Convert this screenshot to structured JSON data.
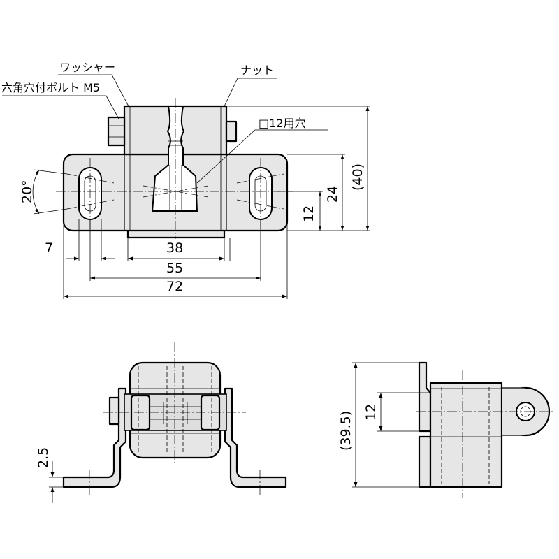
{
  "labels": {
    "washer": "ワッシャー",
    "bolt": "六角穴付ボルト M5",
    "nut": "ナット",
    "square_hole": "□12用穴"
  },
  "dimensions": {
    "angle": "20°",
    "d7": "7",
    "d38": "38",
    "d55": "55",
    "d72": "72",
    "d12_top": "12",
    "d24": "24",
    "d40": "(40)",
    "d2_5": "2.5",
    "d39_5": "(39.5)",
    "d12_side": "12"
  }
}
